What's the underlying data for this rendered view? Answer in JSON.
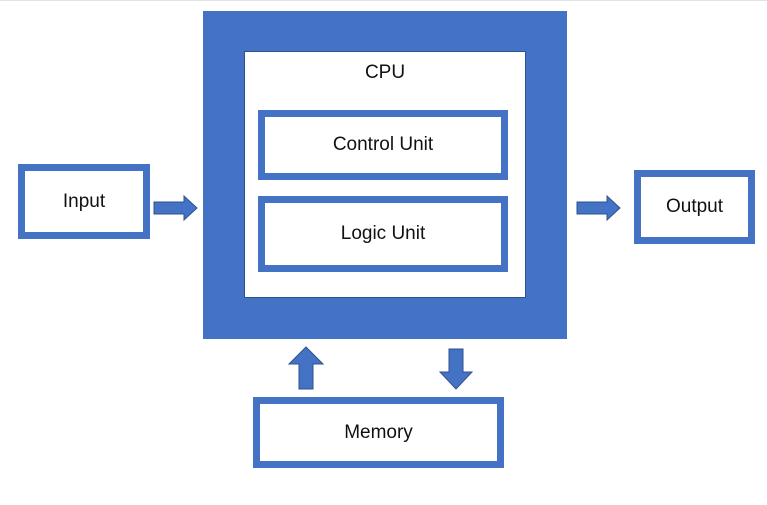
{
  "diagram": {
    "cpu": {
      "label": "CPU"
    },
    "control_unit": {
      "label": "Control Unit"
    },
    "logic_unit": {
      "label": "Logic Unit"
    },
    "input": {
      "label": "Input"
    },
    "output": {
      "label": "Output"
    },
    "memory": {
      "label": "Memory"
    }
  },
  "colors": {
    "accent": "#4472c4",
    "accent_border": "#2f528f",
    "background": "#ffffff",
    "text": "#111111"
  }
}
